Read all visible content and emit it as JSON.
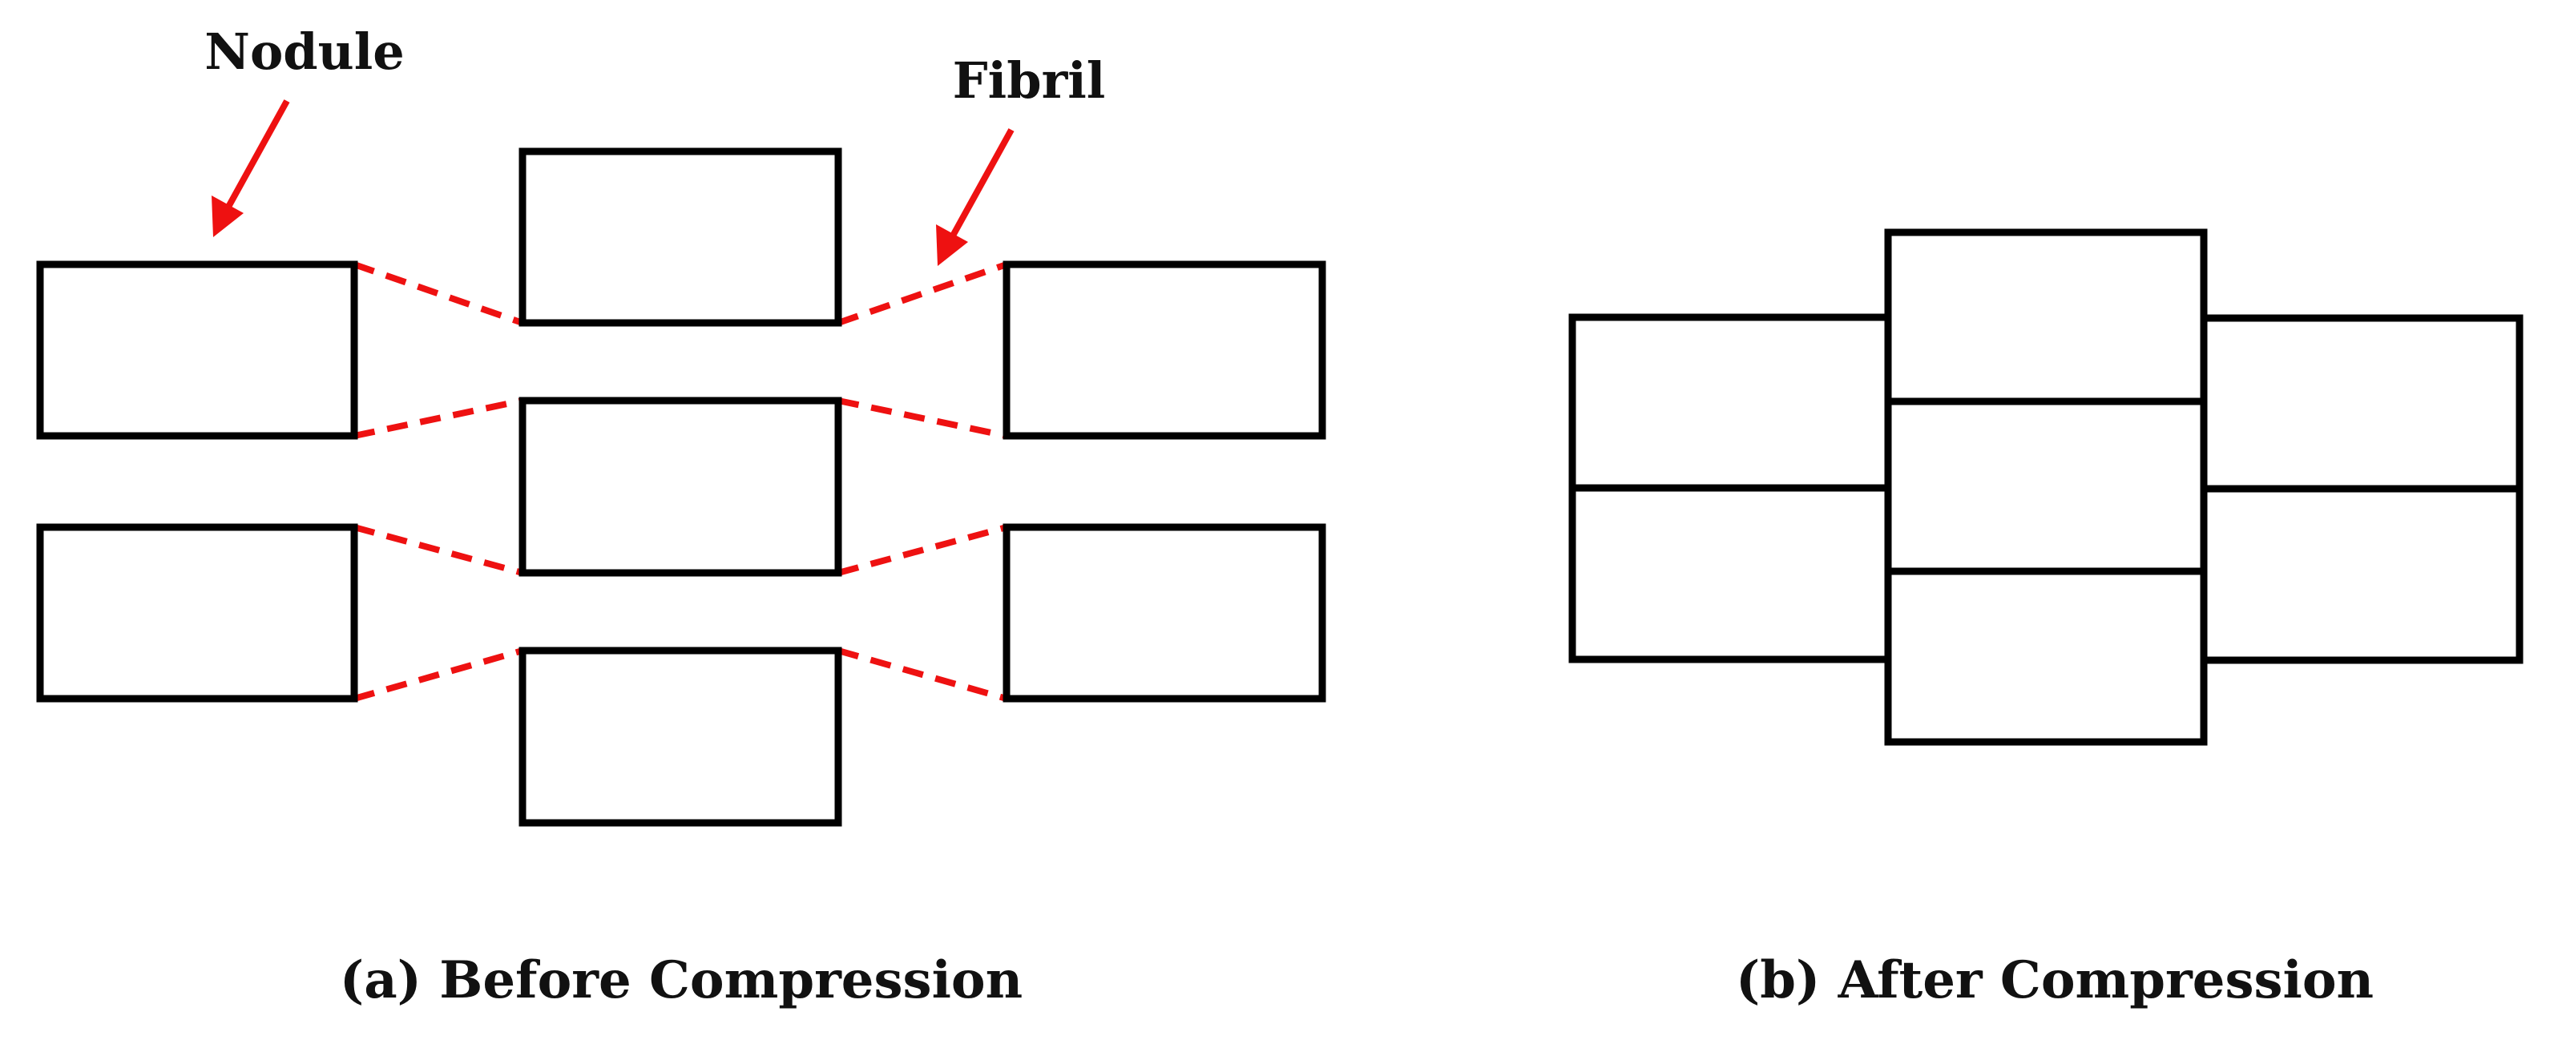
{
  "labels": {
    "nodule": "Nodule",
    "fibril": "Fibril"
  },
  "captions": {
    "before": "(a) Before Compression",
    "after": "(b) After Compression"
  },
  "colors": {
    "fibril": "#ee1111",
    "arrow": "#ee1111",
    "outline": "#000000"
  }
}
